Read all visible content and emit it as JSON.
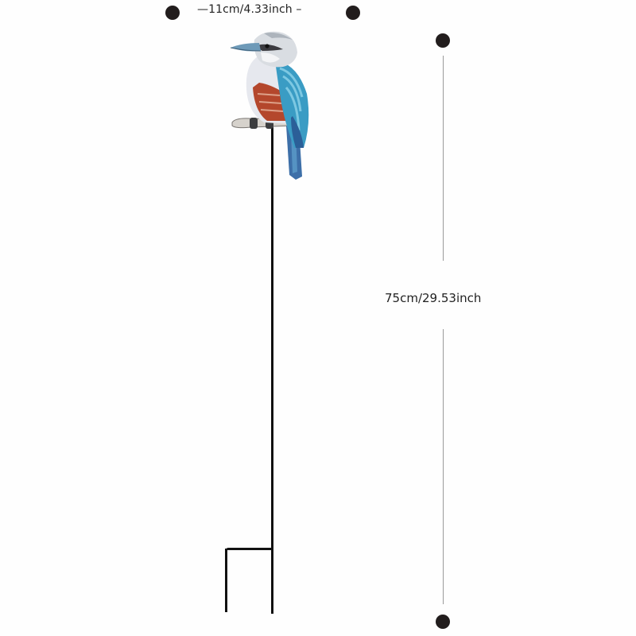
{
  "product": {
    "name": "Kookaburra bird garden stake",
    "colors": {
      "wing_blue": "#3a9cc4",
      "chest_rust": "#b4472c",
      "head_grey": "#d9dde2",
      "stake": "#111111",
      "dimension_dot": "#221d1d",
      "dimension_line": "#9a9a9a"
    }
  },
  "dimensions": {
    "width_label": "—11cm/4.33inch –",
    "height_label": "75cm/29.53inch"
  }
}
